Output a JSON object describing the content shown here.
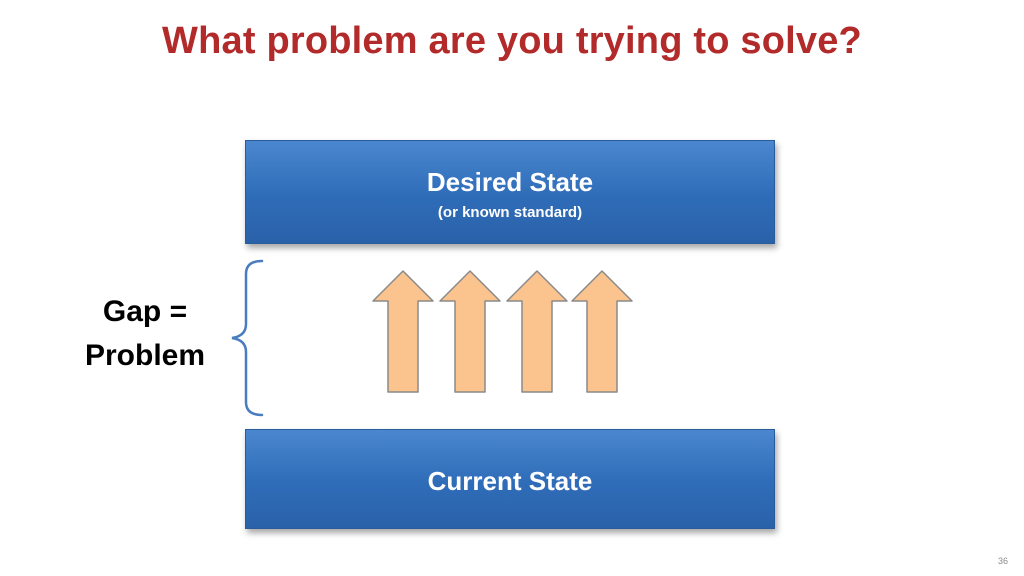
{
  "slide": {
    "title": "What problem are you trying to solve?",
    "page_number": "36"
  },
  "desired_state": {
    "title": "Desired State",
    "subtitle": "(or known standard)"
  },
  "current_state": {
    "title": "Current State"
  },
  "gap_label": {
    "line1": "Gap =",
    "line2": "Problem"
  },
  "colors": {
    "title": "#b22a2a",
    "box_fill": "#2f6cb8",
    "arrow_fill": "#fbc48e",
    "brace_stroke": "#4a7cc0"
  },
  "arrow_count": 4
}
